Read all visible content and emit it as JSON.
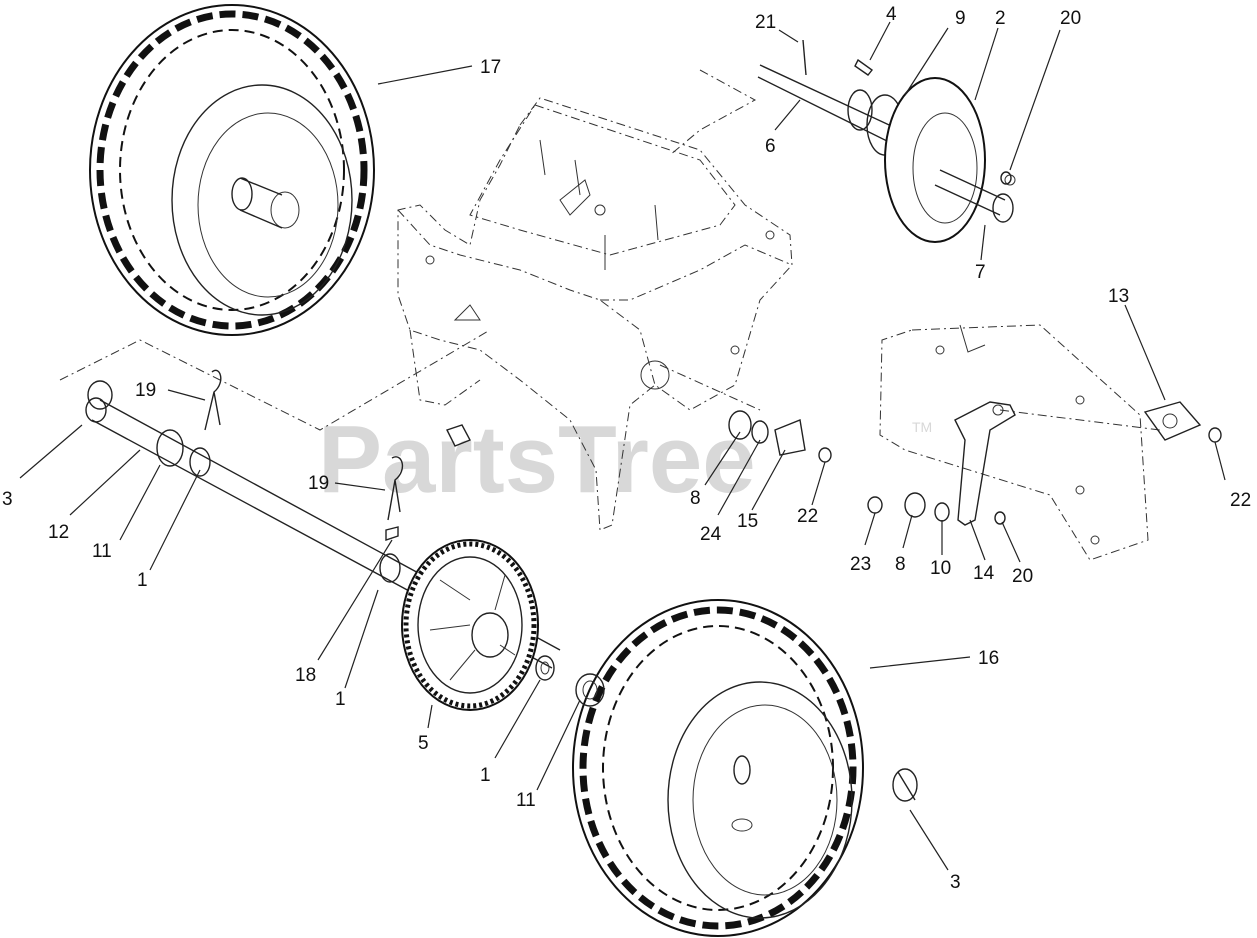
{
  "watermark": {
    "text": "PartsTree",
    "tm": "TM"
  },
  "callouts": [
    {
      "id": "c21a",
      "label": "21"
    },
    {
      "id": "c4",
      "label": "4"
    },
    {
      "id": "c9",
      "label": "9"
    },
    {
      "id": "c2",
      "label": "2"
    },
    {
      "id": "c20a",
      "label": "20"
    },
    {
      "id": "c17",
      "label": "17"
    },
    {
      "id": "c6",
      "label": "6"
    },
    {
      "id": "c7",
      "label": "7"
    },
    {
      "id": "c13",
      "label": "13"
    },
    {
      "id": "c19a",
      "label": "19"
    },
    {
      "id": "c3a",
      "label": "3"
    },
    {
      "id": "c12",
      "label": "12"
    },
    {
      "id": "c11a",
      "label": "11"
    },
    {
      "id": "c1a",
      "label": "1"
    },
    {
      "id": "c19b",
      "label": "19"
    },
    {
      "id": "c8a",
      "label": "8"
    },
    {
      "id": "c24",
      "label": "24"
    },
    {
      "id": "c15",
      "label": "15"
    },
    {
      "id": "c22a",
      "label": "22"
    },
    {
      "id": "c22b",
      "label": "22"
    },
    {
      "id": "c23",
      "label": "23"
    },
    {
      "id": "c8b",
      "label": "8"
    },
    {
      "id": "c10",
      "label": "10"
    },
    {
      "id": "c14",
      "label": "14"
    },
    {
      "id": "c20b",
      "label": "20"
    },
    {
      "id": "c16",
      "label": "16"
    },
    {
      "id": "c18",
      "label": "18"
    },
    {
      "id": "c1b",
      "label": "1"
    },
    {
      "id": "c5",
      "label": "5"
    },
    {
      "id": "c1c",
      "label": "1"
    },
    {
      "id": "c11b",
      "label": "11"
    },
    {
      "id": "c3b",
      "label": "3"
    }
  ]
}
